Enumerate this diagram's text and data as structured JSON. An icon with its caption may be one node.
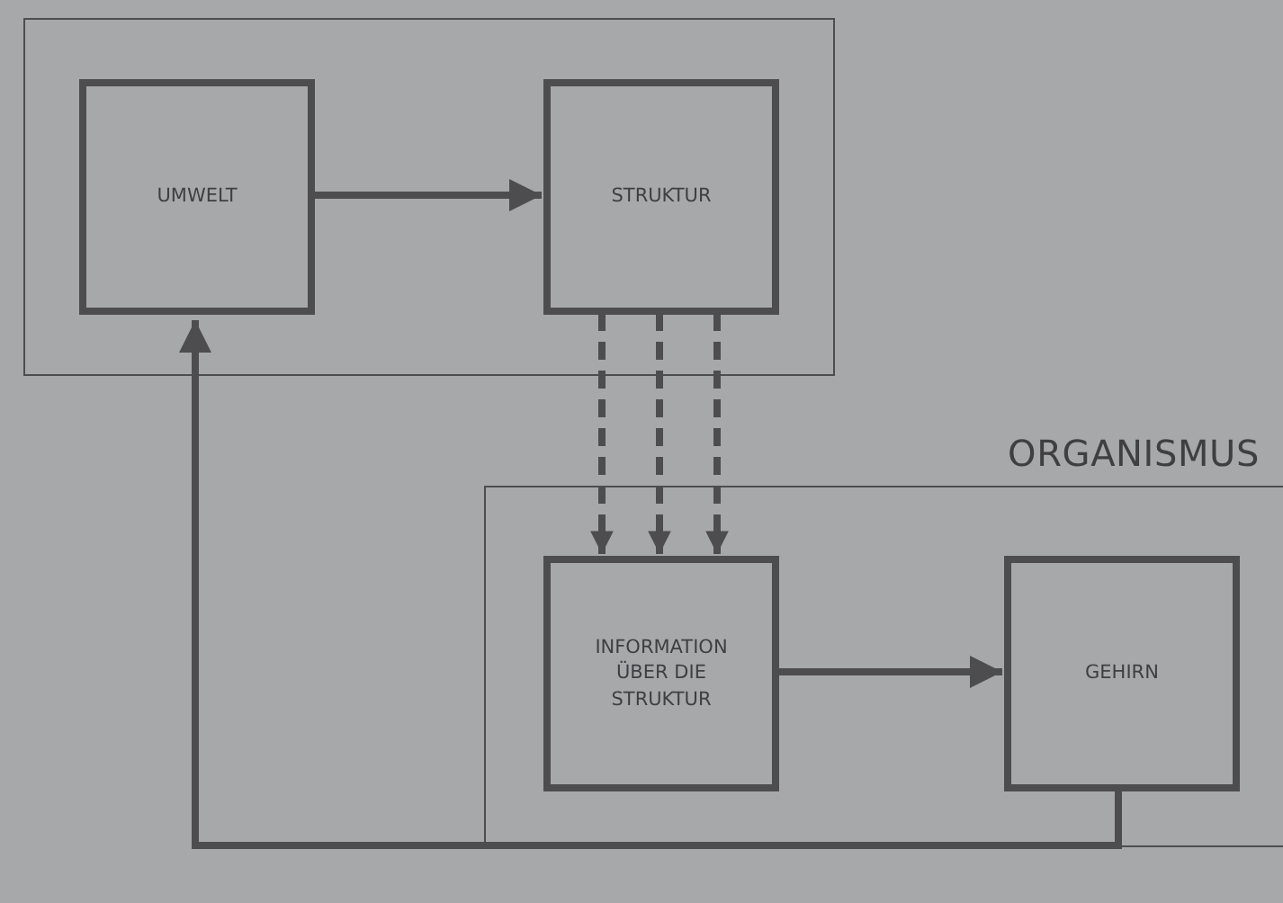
{
  "diagram": {
    "nodes": [
      {
        "text": [],
        "shape": "box"
      },
      {
        "text": [
          "UMWELT"
        ],
        "in": 0
      },
      {
        "text": [
          "STRUKTUR"
        ],
        "in": 0
      },
      {
        "text": [
          "ORGANISMUS"
        ]
      },
      {
        "text": [
          "INFORMATION ÜBER DIE STRUKTUR"
        ],
        "in": 3
      },
      {
        "text": [
          "GEHIRN"
        ],
        "in": 3
      }
    ],
    "edges": [
      {
        "from": 1,
        "to": 2,
        "arrow": "to"
      },
      {
        "from": 2,
        "to": 4,
        "arrow": "to",
        "style": "dashed"
      },
      {
        "from": 2,
        "to": 4,
        "arrow": "to",
        "style": "dashed"
      },
      {
        "from": 2,
        "to": 4,
        "arrow": "to",
        "style": "dashed"
      },
      {
        "from": 4,
        "to": 5,
        "arrow": "to"
      },
      {
        "from": 5,
        "to": 1,
        "arrow": "to"
      }
    ]
  }
}
